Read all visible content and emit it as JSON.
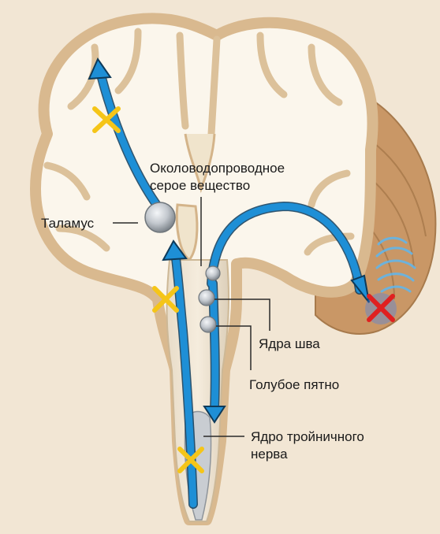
{
  "labels": {
    "pag_line1": "Околоводопроводное",
    "pag_line2": "серое вещество",
    "thalamus": "Таламус",
    "raphe": "Ядра шва",
    "locus": "Голубое пятно",
    "trigeminal_line1": "Ядро тройничного",
    "trigeminal_line2": "нерва"
  },
  "colors": {
    "background": "#f2e6d4",
    "brain_outline": "#d9b98f",
    "brain_fill": "#fbf6ec",
    "pathway": "#1e8fd6",
    "block_mark": "#f5c518",
    "target_mark": "#e02020",
    "nucleus": "#b9bec4"
  },
  "icons": [
    "yellow-cross-icon",
    "red-cross-icon",
    "wave-icon"
  ]
}
